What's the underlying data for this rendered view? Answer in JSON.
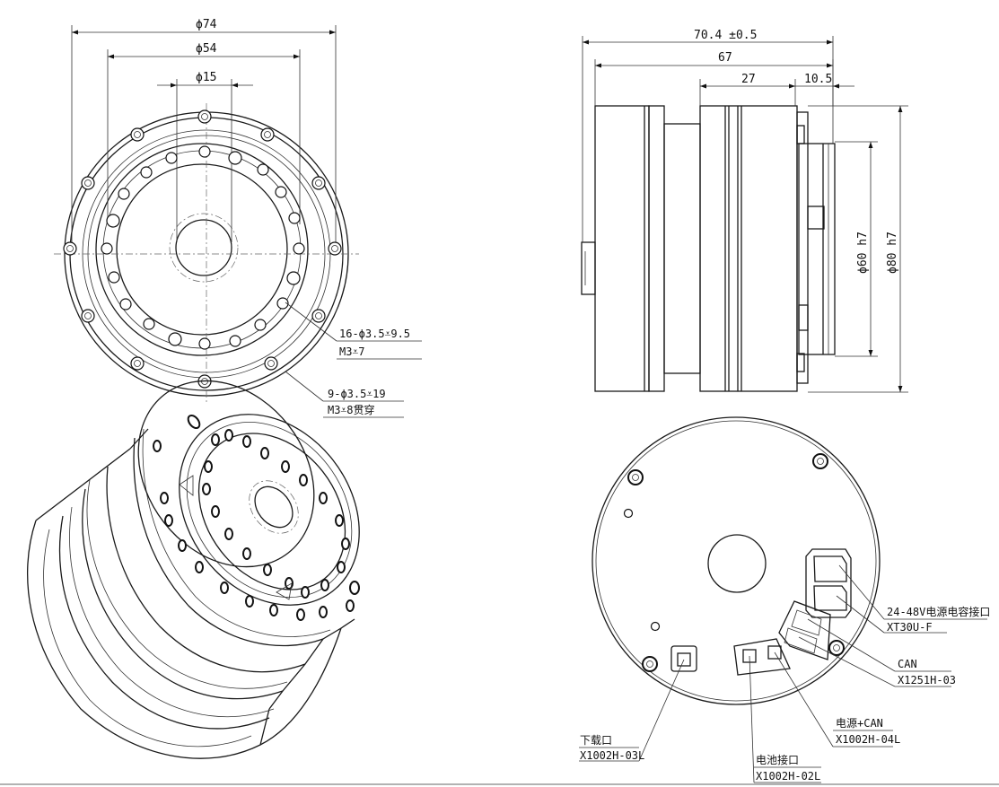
{
  "top_view": {
    "dim_d74": "ϕ74",
    "dim_d54": "ϕ54",
    "dim_d15": "ϕ15",
    "callout_a_line1": "16-ϕ3.5⩡9.5",
    "callout_a_line2": "M3⩡7",
    "callout_b_line1": "9-ϕ3.5⩡19",
    "callout_b_line2": "M3⩡8贯穿"
  },
  "side_view": {
    "dim_overall": "70.4 ±0.5",
    "dim_67": "67",
    "dim_27": "27",
    "dim_10_5": "10.5",
    "dim_d60": "ϕ60 h7",
    "dim_d80": "ϕ80 h7"
  },
  "rear_view": {
    "conn_power_line1": "24-48V电源电容接口",
    "conn_power_line2": "XT30U-F",
    "conn_can_line1": "CAN",
    "conn_can_line2": "X1251H-03",
    "conn_download_line1": "下载口",
    "conn_download_line2": "X1002H-03L",
    "conn_pwrcan_line1": "电源+CAN",
    "conn_pwrcan_line2": "X1002H-04L",
    "conn_battery_line1": "电池接口",
    "conn_battery_line2": "X1002H-02L"
  }
}
